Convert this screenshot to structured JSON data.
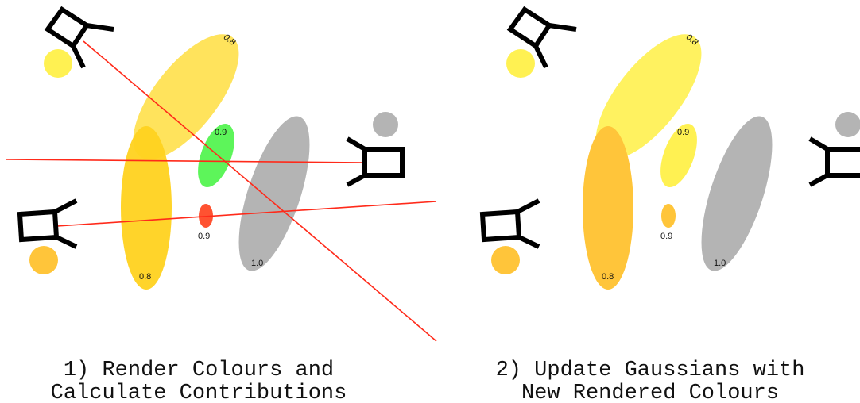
{
  "colors": {
    "yellow": "#ffe04a",
    "bright_yellow": "#fff152",
    "gold": "#ffd21f",
    "orange_gold": "#ffc53a",
    "green": "#5df55a",
    "red": "#ff5231",
    "grey": "#b4b4b4",
    "ray": "#ff2a1a",
    "camera": "#000000"
  },
  "left_panel": {
    "caption_line1": "1) Render Colours and",
    "caption_line2": "Calculate Contributions",
    "gaussians": [
      {
        "name": "gaussian-diagonal",
        "label": "0.8",
        "color": "yellow"
      },
      {
        "name": "gaussian-green",
        "label": "0.9",
        "color": "green"
      },
      {
        "name": "gaussian-grey",
        "label": "1.0",
        "color": "grey"
      },
      {
        "name": "gaussian-vertical",
        "label": "0.8",
        "color": "gold"
      },
      {
        "name": "gaussian-red",
        "label": "0.9",
        "color": "red"
      }
    ]
  },
  "right_panel": {
    "caption_line1": "2) Update Gaussians with",
    "caption_line2": "New Rendered Colours",
    "gaussians": [
      {
        "name": "gaussian-diagonal",
        "label": "0.8",
        "color": "bright_yellow"
      },
      {
        "name": "gaussian-small-yellow",
        "label": "0.9",
        "color": "bright_yellow"
      },
      {
        "name": "gaussian-grey",
        "label": "1.0",
        "color": "grey"
      },
      {
        "name": "gaussian-vertical",
        "label": "0.8",
        "color": "orange_gold"
      },
      {
        "name": "gaussian-small-orange",
        "label": "0.9",
        "color": "orange_gold"
      }
    ]
  }
}
